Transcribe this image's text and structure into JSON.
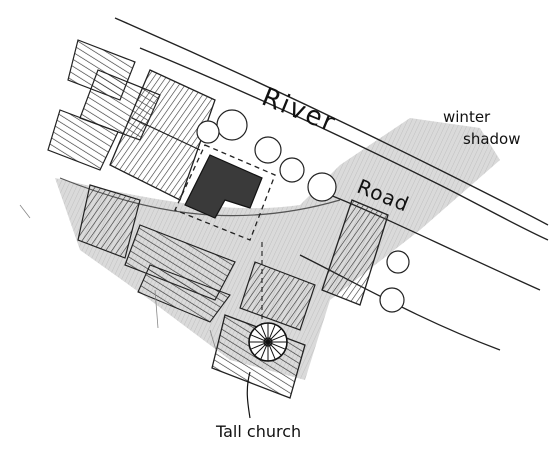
{
  "labels": {
    "river": "River",
    "road": "Road",
    "winter": "winter",
    "shadow": "shadow",
    "church": "Tall church"
  },
  "colors": {
    "ink": "#111111",
    "pencil": "#444444",
    "shadow_tone": "#c9c9c9",
    "building_fill": "#3a3a3a",
    "paper": "#ffffff"
  },
  "icons": {
    "church": "rose-window-icon",
    "trees": "tree-canopy-icon"
  }
}
